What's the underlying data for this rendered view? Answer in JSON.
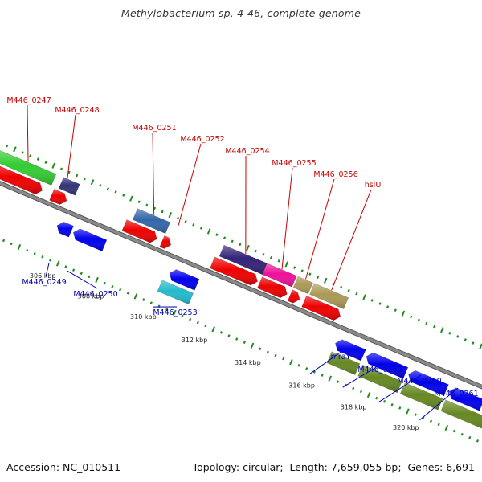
{
  "title": "Methylobacterium sp. 4-46, complete genome",
  "footer": {
    "accession_label": "Accession:",
    "accession_value": "NC_010511",
    "topology_label": "Topology:",
    "topology_value": "circular",
    "length_label": "Length:",
    "length_value": "7,659,055 bp",
    "genes_label": "Genes:",
    "genes_value": "6,691"
  },
  "colors": {
    "forward_label": "#cc0000",
    "reverse_label": "#0000bb",
    "backbone": "#8a8a8a",
    "forward_tick": "#228b22",
    "reverse_tick": "#228b22",
    "cds_forward": "#ee0000",
    "cds_reverse": "#0000ee",
    "scale_text": "#222222"
  },
  "scale_ticks": [
    "306 kbp",
    "308 kbp",
    "310 kbp",
    "312 kbp",
    "314 kbp",
    "316 kbp",
    "318 kbp",
    "320 kbp"
  ],
  "forward_genes": [
    "M446_0247",
    "M446_0248",
    "M446_0251",
    "M446_0252",
    "M446_0254",
    "M446_0255",
    "M446_0256",
    "hslU"
  ],
  "reverse_genes": [
    "M446_0249",
    "M446_0250",
    "M446_0253",
    "mraY",
    "M446_0259",
    "M446_0260",
    "M446_0261"
  ]
}
